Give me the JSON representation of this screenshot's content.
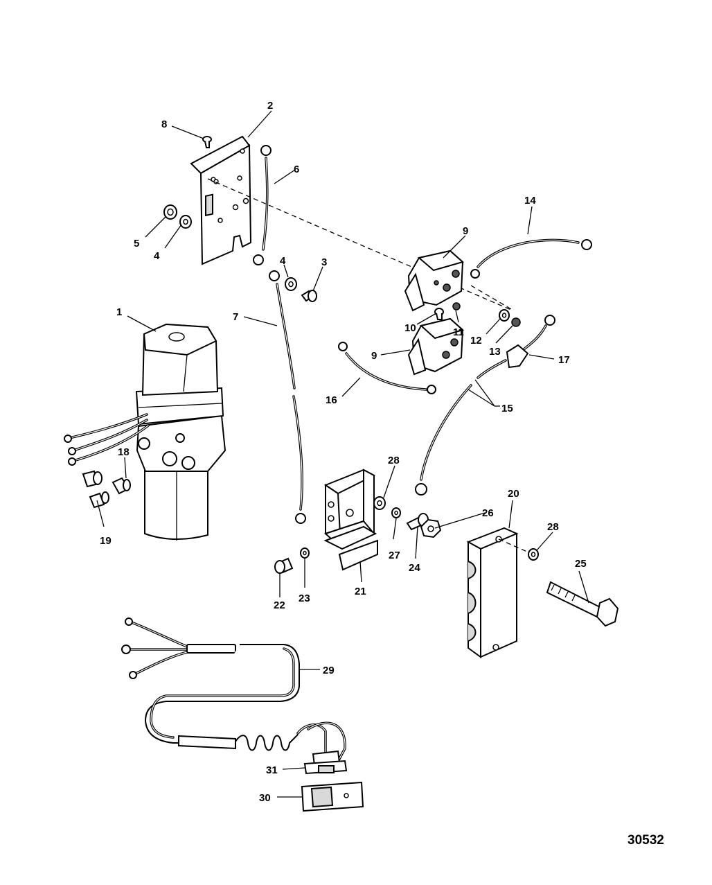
{
  "diagram": {
    "reference_number": "30532",
    "callouts": [
      "1",
      "2",
      "3",
      "4",
      "4",
      "5",
      "6",
      "7",
      "8",
      "9",
      "9",
      "10",
      "11",
      "12",
      "13",
      "14",
      "15",
      "16",
      "17",
      "18",
      "19",
      "20",
      "21",
      "22",
      "23",
      "24",
      "25",
      "26",
      "27",
      "28",
      "28",
      "29",
      "30",
      "31"
    ]
  }
}
